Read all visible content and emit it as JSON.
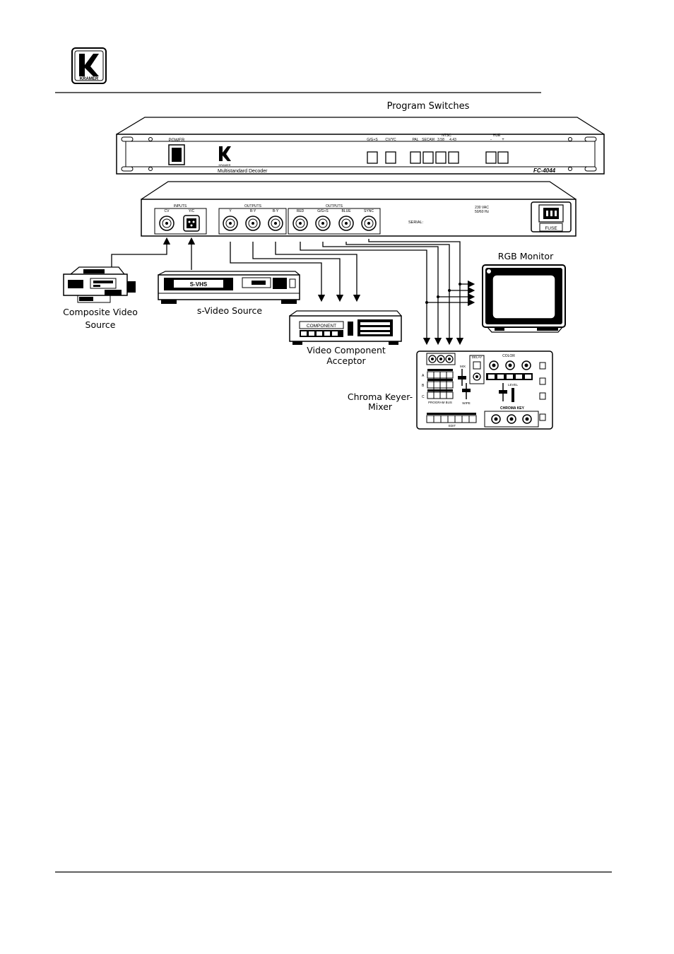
{
  "logo": {
    "brand": "KRAMER"
  },
  "front_panel": {
    "power_label": "POWER",
    "logo_text": "KRAMER",
    "model_name": "Multistandard Decoder",
    "model_number": "FC-4044",
    "switch_labels": [
      "G/G+S",
      "CV/YC",
      "PAL",
      "SECAM",
      "NTSC",
      "3.58",
      "4.43",
      "HUE",
      "-",
      "+"
    ]
  },
  "rear_panel": {
    "inputs_title": "INPUTS",
    "input_labels": [
      "CV",
      "Y/C"
    ],
    "outputs_title": "OUTPUTS",
    "output_labels_a": [
      "Y",
      "R-Y",
      "B-Y"
    ],
    "output_labels_b": [
      "RED",
      "G/G+S",
      "BLUE",
      "SYNC"
    ],
    "serial_label": "SERIAL:",
    "power_spec": [
      "230 VAC",
      "50/60 Hz"
    ],
    "fuse_label": "FUSE"
  },
  "callouts": {
    "program_switches": "Program Switches",
    "rgb_monitor": "RGB Monitor",
    "composite_source": [
      "Composite Video",
      "Source"
    ],
    "svideo_source": "s-Video Source",
    "component_acceptor": [
      "Video Component",
      "Acceptor"
    ],
    "chroma_keyer": [
      "Chroma Keyer-",
      "Mixer"
    ]
  },
  "devices": {
    "vcr_label": "S-VHS",
    "component_label": "COMPONENT",
    "mixer_labels": {
      "color": "COLOR",
      "delay": "DELAY",
      "mix": "MIX",
      "wipe": "WIPE",
      "level": "LEVEL",
      "program_bus": "PROGRAM BUS",
      "chroma_key": "CHROMA KEY",
      "edit": "EDIT",
      "rows": [
        "A",
        "B",
        "C"
      ]
    }
  }
}
